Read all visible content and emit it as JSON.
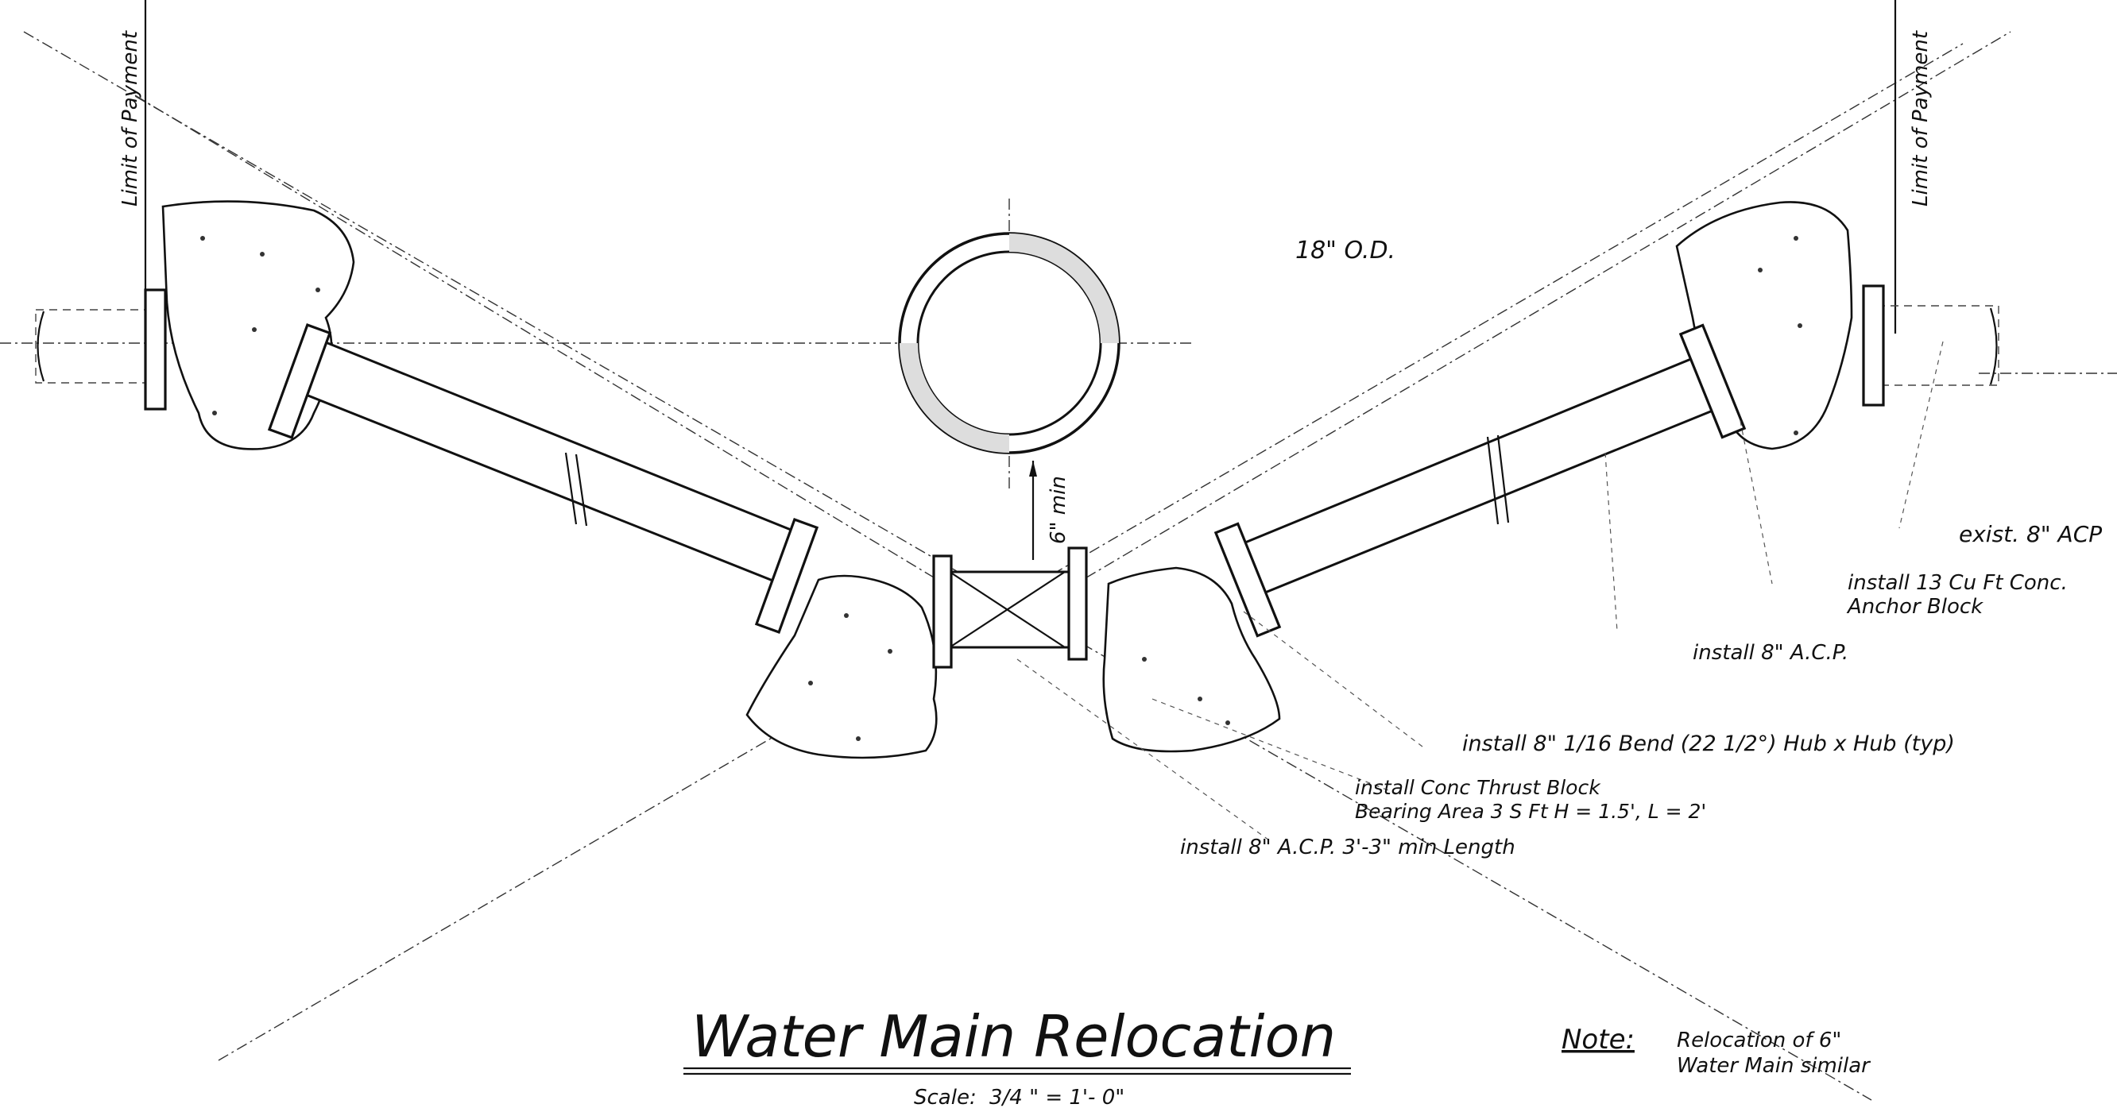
{
  "drawing": {
    "title": "Water Main Relocation",
    "scale_prefix": "Scale:",
    "scale_fraction": "3/4",
    "scale_rest": "\" = 1'- 0\"",
    "limit_left": "Limit of Payment",
    "limit_right": "Limit of Payment",
    "pipe_od": "18\" O.D.",
    "clearance": "6\" min",
    "note_label": "Note:",
    "note_line1": "Relocation of 6\"",
    "note_line2": "Water Main similar"
  },
  "callouts": {
    "existing_pipe": "exist. 8\" ACP",
    "anchor_line1": "install 13 Cu Ft Conc.",
    "anchor_line2": "Anchor Block",
    "install_acp": "install 8\" A.C.P.",
    "bend": "install 8\" 1/16 Bend (22 1/2°) Hub x Hub (typ)",
    "thrust_line1": "install Conc Thrust Block",
    "thrust_line2": "Bearing Area 3 S Ft   H = 1.5', L = 2'",
    "acp_length": "install 8\" A.C.P.  3'-3\" min Length"
  }
}
